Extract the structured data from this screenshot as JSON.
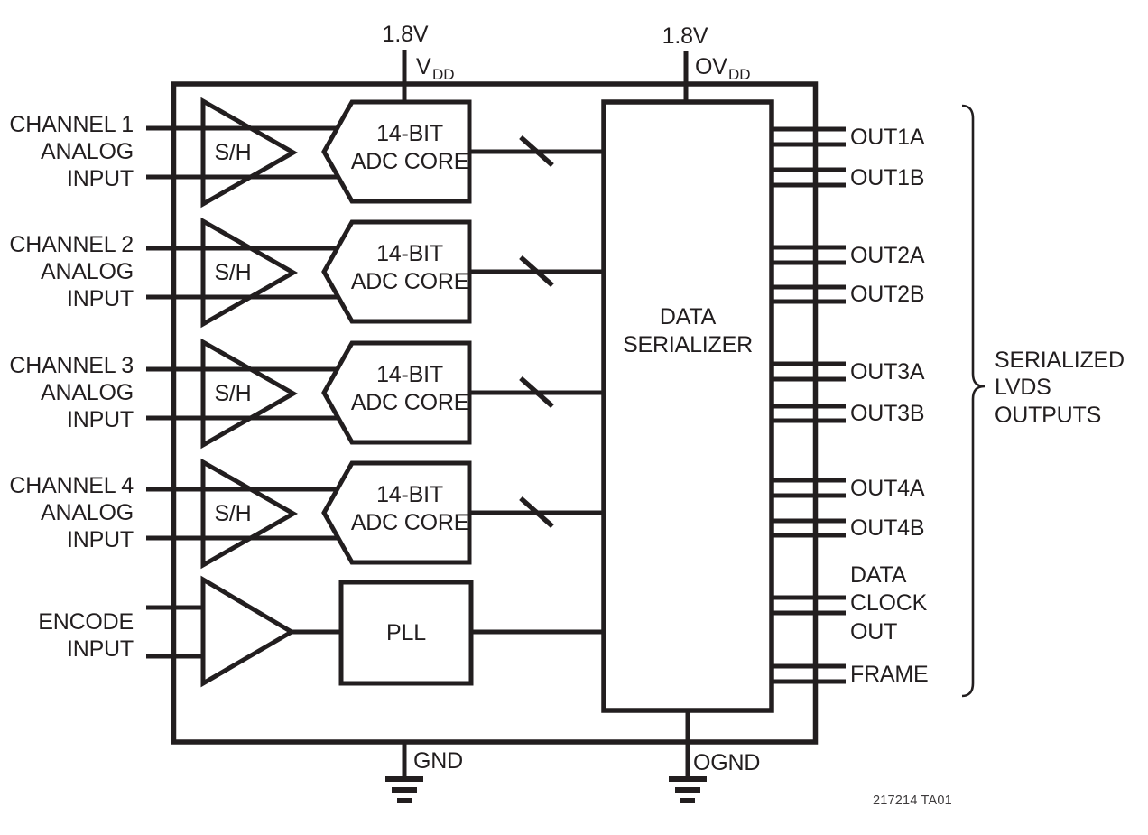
{
  "diagram": {
    "supplies": {
      "vdd": {
        "voltage": "1.8V",
        "label": "V",
        "label_sub": "DD"
      },
      "ovdd": {
        "voltage": "1.8V",
        "label": "OV",
        "label_sub": "DD"
      }
    },
    "channels": [
      {
        "line1": "CHANNEL 1",
        "line2": "ANALOG",
        "line3": "INPUT",
        "sh": "S/H",
        "adc1": "14-BIT",
        "adc2": "ADC CORE"
      },
      {
        "line1": "CHANNEL 2",
        "line2": "ANALOG",
        "line3": "INPUT",
        "sh": "S/H",
        "adc1": "14-BIT",
        "adc2": "ADC CORE"
      },
      {
        "line1": "CHANNEL 3",
        "line2": "ANALOG",
        "line3": "INPUT",
        "sh": "S/H",
        "adc1": "14-BIT",
        "adc2": "ADC CORE"
      },
      {
        "line1": "CHANNEL 4",
        "line2": "ANALOG",
        "line3": "INPUT",
        "sh": "S/H",
        "adc1": "14-BIT",
        "adc2": "ADC CORE"
      }
    ],
    "encode": {
      "line1": "ENCODE",
      "line2": "INPUT"
    },
    "pll": "PLL",
    "serializer": {
      "line1": "DATA",
      "line2": "SERIALIZER"
    },
    "outputs": [
      "OUT1A",
      "OUT1B",
      "OUT2A",
      "OUT2B",
      "OUT3A",
      "OUT3B",
      "OUT4A",
      "OUT4B"
    ],
    "data_clock": {
      "line1": "DATA",
      "line2": "CLOCK",
      "line3": "OUT"
    },
    "frame": "FRAME",
    "grounds": {
      "gnd": "GND",
      "ognd": "OGND"
    },
    "brace_label": {
      "line1": "SERIALIZED",
      "line2": "LVDS",
      "line3": "OUTPUTS"
    },
    "footer": "217214 TA01",
    "colors": {
      "line": "#221e1f",
      "text": "#221e1f",
      "footer_text": "#3d3a3b",
      "background": "#ffffff"
    }
  }
}
